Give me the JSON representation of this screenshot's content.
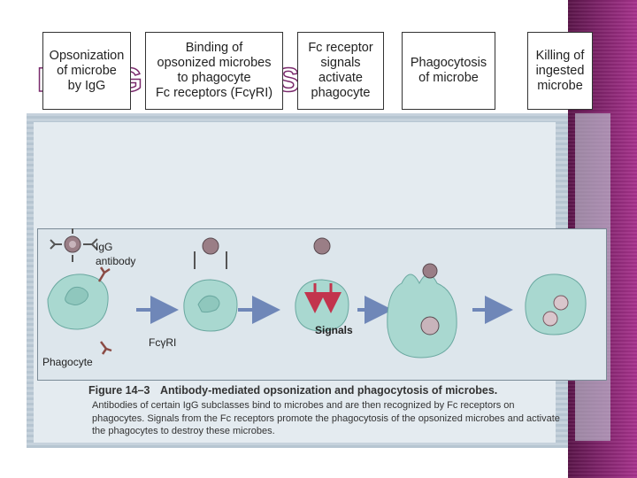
{
  "slide": {
    "title": "PHAGOCYTOSIS"
  },
  "figure": {
    "steps": [
      {
        "label": "Opsonization\nof microbe\nby IgG"
      },
      {
        "label": "Binding of\nopsonized microbes\nto phagocyte\nFc receptors (FcγRI)"
      },
      {
        "label": "Fc receptor\nsignals\nactivate\nphagocyte"
      },
      {
        "label": "Phagocytosis\nof microbe"
      },
      {
        "label": "Killing of\ningested\nmicrobe"
      }
    ],
    "labels": {
      "igg": "IgG",
      "antibody": "antibody",
      "fc_receptor": "FcγRI",
      "phagocyte": "Phagocyte",
      "signals": "Signals"
    },
    "caption": {
      "number": "Figure 14–3",
      "title": "Antibody-mediated opsonization and phagocytosis of microbes.",
      "body": "Antibodies of certain IgG subclasses bind to microbes and are then recognized by Fc receptors on phagocytes. Signals from the Fc receptors promote the phagocytosis of the opsonized microbes and activate the phagocytes to destroy these microbes."
    }
  },
  "colors": {
    "accent_bar": "#7a2266",
    "cell": "#a9d8d0",
    "arrow": "#6f87b8",
    "signal": "#c2344d"
  }
}
